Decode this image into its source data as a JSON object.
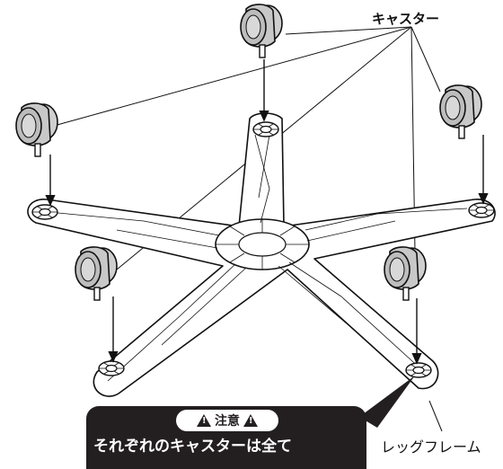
{
  "labels": {
    "casters": "キャスター",
    "leg_frame": "レッグフレーム"
  },
  "callout": {
    "badge": "注意",
    "warning_glyph": "!",
    "text": "それぞれのキャスターは全て"
  },
  "colors": {
    "caster_wheel": "#b8b8b8",
    "outline": "#111111",
    "callout_bg": "#231f20"
  }
}
